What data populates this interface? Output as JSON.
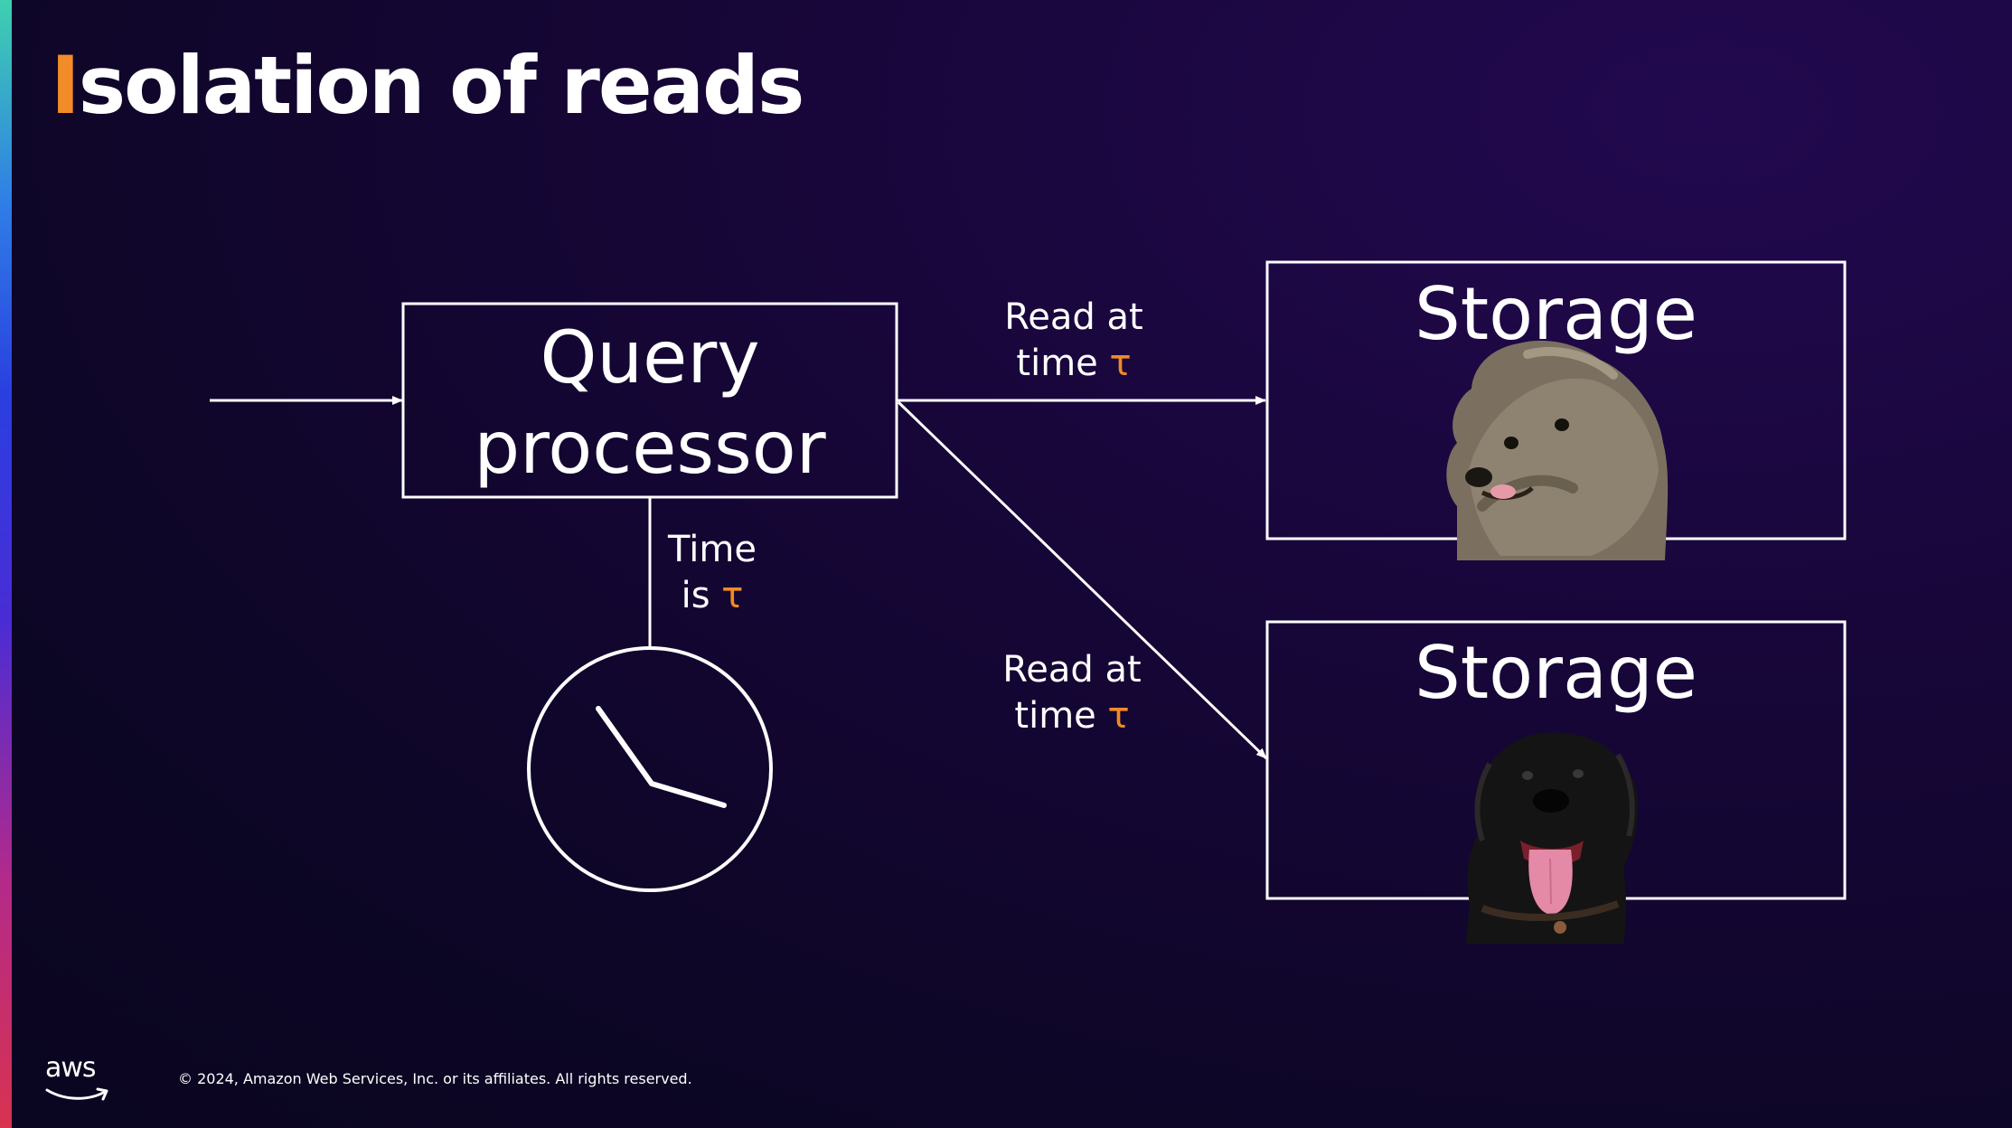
{
  "slide": {
    "title_first_letter": "I",
    "title_rest": "solation of reads",
    "accent_color": "#f28c28",
    "footer": "© 2024, Amazon Web Services, Inc. or its affiliates. All rights reserved.",
    "logo_text": "aws"
  },
  "diagram": {
    "query_processor": {
      "line1": "Query",
      "line2": "processor"
    },
    "time_label": {
      "line1": "Time",
      "line2_prefix": "is",
      "symbol": "τ"
    },
    "read_top": {
      "line1": "Read at",
      "line2_prefix": "time",
      "symbol": "τ"
    },
    "read_bottom": {
      "line1": "Read at",
      "line2_prefix": "time",
      "symbol": "τ"
    },
    "storage_top": {
      "label": "Storage",
      "image_icon": "fluffy-gray-dog-photo"
    },
    "storage_bottom": {
      "label": "Storage",
      "image_icon": "black-dog-photo"
    },
    "clock_icon": "clock-icon"
  }
}
